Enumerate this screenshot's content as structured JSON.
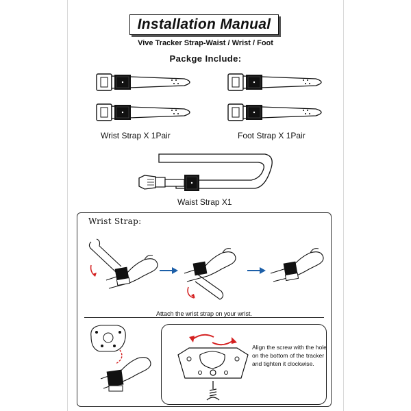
{
  "title": "Installation Manual",
  "subtitle": "Vive Tracker Strap-Waist / Wrist / Foot",
  "package_heading": "Packge Include:",
  "captions": {
    "wrist_strap": "Wrist Strap X 1Pair",
    "foot_strap": "Foot Strap X 1Pair",
    "waist_strap": "Waist Strap X1"
  },
  "wrist_section": {
    "title": "Wrist Strap:",
    "attach_text": "Attach the wrist strap on your wrist.",
    "align_text": "Align the screw with the hole on the bottom of the tracker and tighten it clockwise."
  },
  "colors": {
    "arrow_blue": "#1d5fa8",
    "rotate_red": "#d42020",
    "pad_black": "#111111"
  }
}
